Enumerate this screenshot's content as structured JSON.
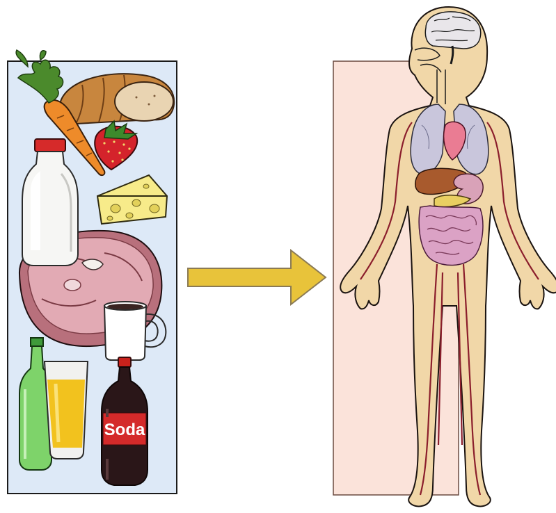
{
  "colors": {
    "food_panel_bg": "#dde9f7",
    "body_panel_bg": "#fbe3da",
    "arrow": "#e8c33a",
    "arrow_outline": "#8a7a55",
    "skin": "#f1d7a8",
    "lungs": "#c9c6dc",
    "heart": "#ea7c93",
    "liver": "#a85a2d",
    "intestines": "#dba2c5",
    "vessels": "#8b1e2c",
    "soda_label": "#d42a2a",
    "soda_body": "#2a1618"
  },
  "diagram": {
    "flow": {
      "from": "food-and-drink",
      "to": "human-body",
      "direction": "right"
    },
    "food_items": [
      "carrot",
      "bread",
      "strawberry",
      "milk-bottle",
      "cheese",
      "ham",
      "coffee-mug",
      "beer-bottle",
      "beer-glass",
      "soda-bottle"
    ],
    "body_organs": [
      "brain",
      "lungs",
      "heart",
      "liver",
      "stomach",
      "intestines",
      "blood-vessels"
    ],
    "soda_label": "Soda"
  }
}
